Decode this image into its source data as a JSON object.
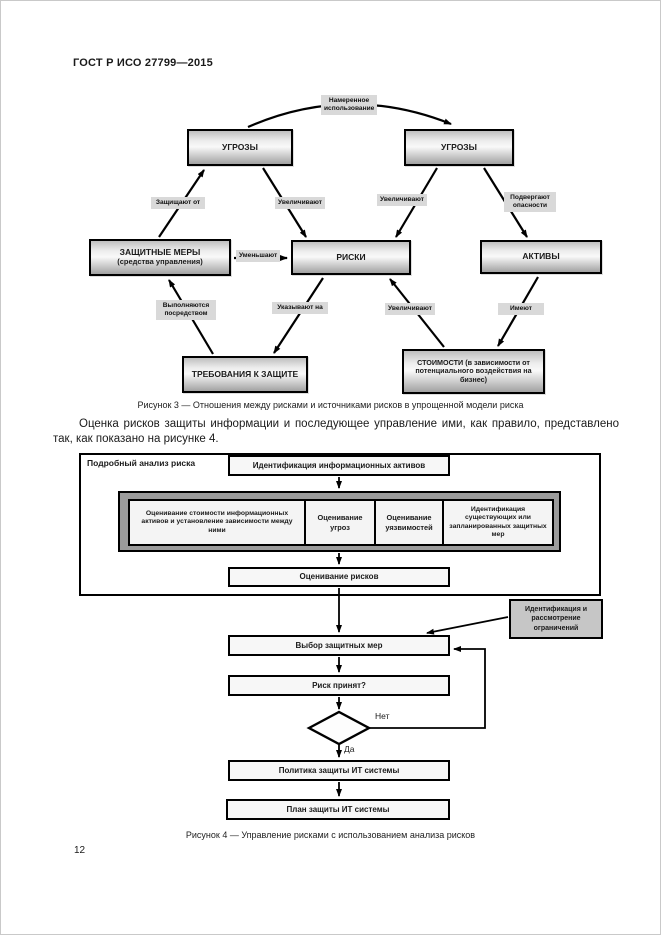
{
  "page": {
    "header": "ГОСТ Р ИСО 27799—2015",
    "number": "12"
  },
  "figure3": {
    "caption": "Рисунок 3 — Отношения между рисками и источниками рисков в упрощенной модели риска",
    "boxes": {
      "threats_left": "УГРОЗЫ",
      "threats_right": "УГРОЗЫ",
      "safeguards_line1": "ЗАЩИТНЫЕ МЕРЫ",
      "safeguards_line2": "(средства управления)",
      "risks": "РИСКИ",
      "assets": "АКТИВЫ",
      "requirements": "ТРЕБОВАНИЯ К ЗАЩИТЕ",
      "values": "СТОИМОСТИ (в зависимости от потенциального воздействия на бизнес)"
    },
    "labels": {
      "wilful": "Намеренное использование",
      "protect": "Защищают от",
      "increase_left": "Увеличивают",
      "increase_right": "Увеличивают",
      "endanger": "Подвергают опасности",
      "reduce": "Уменьшают",
      "met_by": "Выполняются посредством",
      "indicate": "Указывают на",
      "increase_values": "Увеличивают",
      "have": "Имеют"
    }
  },
  "paragraph": "Оценка рисков защиты информации и последующее управление ими, как правило, представлено так, как показано на рисунке 4.",
  "figure4": {
    "caption": "Рисунок 4 — Управление рисками с использованием анализа рисков",
    "frame_label": "Подробный анализ риска",
    "boxes": {
      "identify_assets": "Идентификация информационных активов",
      "assess_value": "Оценивание стоимости информационных активов и установление зависимости между ними",
      "assess_threats": "Оценивание угроз",
      "assess_vuln": "Оценивание уязвимостей",
      "identify_safeguards": "Идентификация существующих или запланированных защитных мер",
      "assess_risks": "Оценивание рисков",
      "constraints": "Идентификация и рассмотрение ограничений",
      "select_safeguards": "Выбор защитных мер",
      "risk_accepted": "Риск принят?",
      "policy": "Политика защиты ИТ системы",
      "plan": "План защиты ИТ системы"
    },
    "decision": {
      "no": "Нет",
      "yes": "Да"
    }
  },
  "colors": {
    "box_gradient_top": "#bfbfbf",
    "box_gradient_bottom": "#a2a2a2",
    "connector_bg": "#d9d9d9",
    "gray_panel": "#9b9b9b",
    "constraints_bg": "#c6c6c6"
  }
}
